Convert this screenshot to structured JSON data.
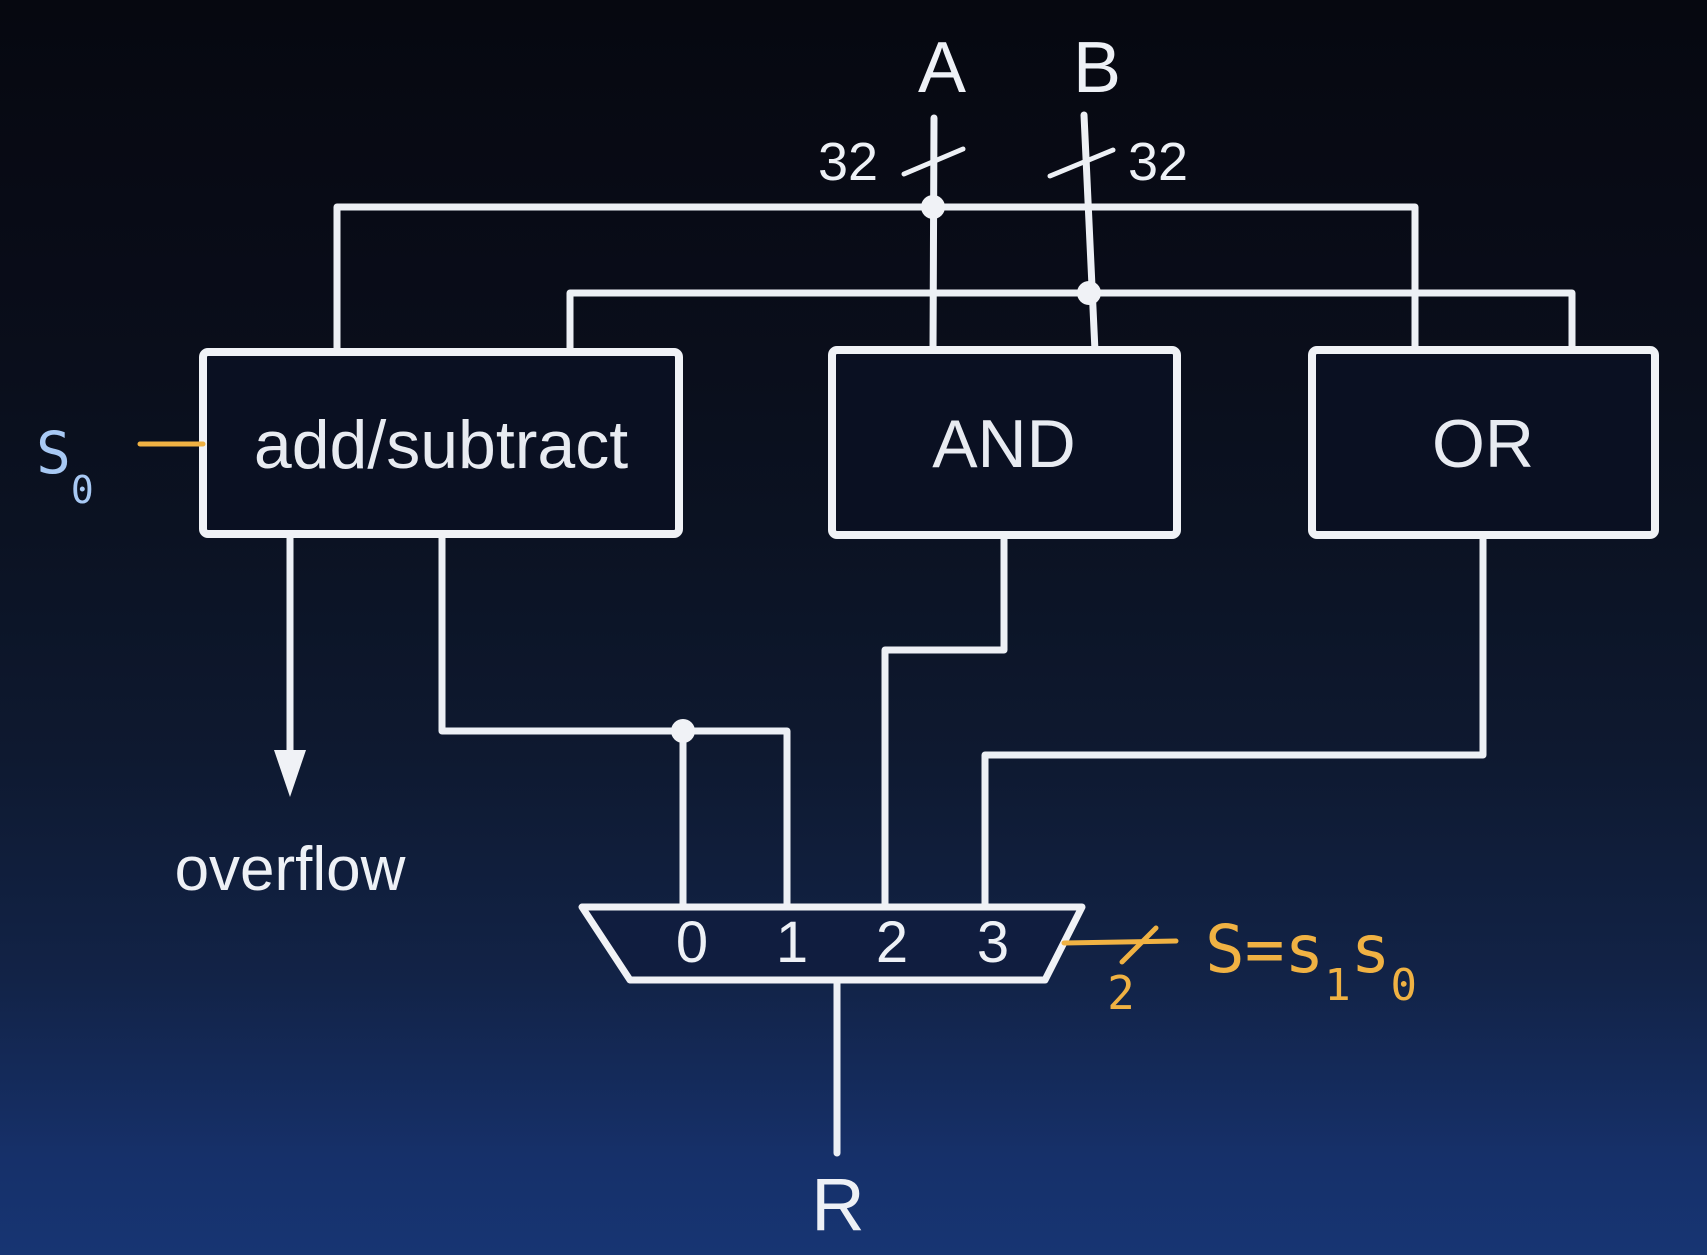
{
  "diagram": {
    "inputs": {
      "a_label": "A",
      "b_label": "B",
      "a_width": "32",
      "b_width": "32"
    },
    "blocks": {
      "addsub_label": "add/subtract",
      "and_label": "AND",
      "or_label": "OR"
    },
    "mux": {
      "ports": [
        "0",
        "1",
        "2",
        "3"
      ]
    },
    "outputs": {
      "overflow_label": "overflow",
      "result_label": "R"
    },
    "selects": {
      "s0_main": "S",
      "s0_sub": "0",
      "sel_width": "2",
      "expr_part1": "S=s",
      "expr_sub1": "1",
      "expr_part2": "s",
      "expr_sub2": "0"
    },
    "colors": {
      "wire": "#edf0f5",
      "accent_orange": "#f0b243",
      "accent_blue": "#a8c9f4"
    }
  }
}
